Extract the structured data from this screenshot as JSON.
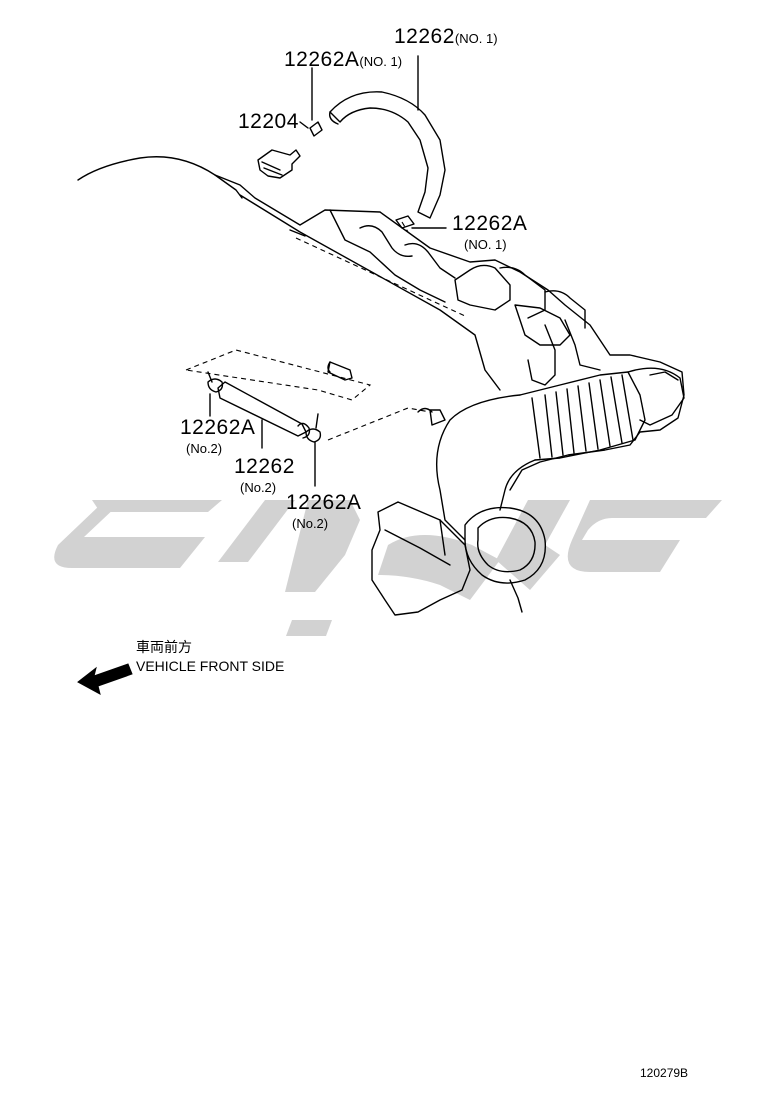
{
  "parts": [
    {
      "id": "p1",
      "number": "12262",
      "qualifier": "(NO. 1)"
    },
    {
      "id": "p2",
      "number": "12262A",
      "qualifier": "(NO. 1)"
    },
    {
      "id": "p3",
      "number": "12204",
      "qualifier": ""
    },
    {
      "id": "p4",
      "number": "12262A",
      "qualifier": "(NO. 1)"
    },
    {
      "id": "p5",
      "number": "12262A",
      "qualifier": "(No.2)"
    },
    {
      "id": "p6",
      "number": "12262",
      "qualifier": "(No.2)"
    },
    {
      "id": "p7",
      "number": "12262A",
      "qualifier": "(No.2)"
    }
  ],
  "direction": {
    "label_jp": "車両前方",
    "label_en": "VEHICLE FRONT SIDE"
  },
  "diagram_code": "120279B",
  "colors": {
    "line": "#000000",
    "watermark": "#d2d2d2",
    "background": "#ffffff"
  }
}
